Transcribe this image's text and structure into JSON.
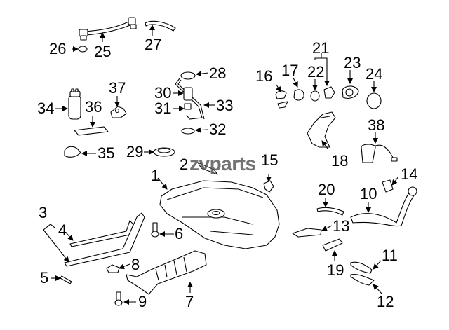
{
  "diagram": {
    "type": "exploded-parts-diagram",
    "subject": "fuel tank assembly",
    "watermark": "zvparts",
    "callouts": [
      {
        "id": "1",
        "part": "fuel-tank"
      },
      {
        "id": "2",
        "part": "tank-bracket"
      },
      {
        "id": "3",
        "part": "strap-set"
      },
      {
        "id": "4",
        "part": "upper-strap"
      },
      {
        "id": "5",
        "part": "pin"
      },
      {
        "id": "6",
        "part": "bolt"
      },
      {
        "id": "7",
        "part": "heat-shield"
      },
      {
        "id": "8",
        "part": "clip"
      },
      {
        "id": "9",
        "part": "bolt"
      },
      {
        "id": "10",
        "part": "filler-pipe"
      },
      {
        "id": "11",
        "part": "bracket"
      },
      {
        "id": "12",
        "part": "bracket"
      },
      {
        "id": "13",
        "part": "bracket"
      },
      {
        "id": "14",
        "part": "bracket"
      },
      {
        "id": "15",
        "part": "clip"
      },
      {
        "id": "16",
        "part": "seal"
      },
      {
        "id": "17",
        "part": "grommet"
      },
      {
        "id": "18",
        "part": "filler-housing"
      },
      {
        "id": "19",
        "part": "hose"
      },
      {
        "id": "20",
        "part": "hose"
      },
      {
        "id": "21",
        "part": "cap-set"
      },
      {
        "id": "22",
        "part": "gasket"
      },
      {
        "id": "23",
        "part": "cap"
      },
      {
        "id": "24",
        "part": "o-ring"
      },
      {
        "id": "25",
        "part": "vent-tube"
      },
      {
        "id": "26",
        "part": "grommet"
      },
      {
        "id": "27",
        "part": "hose"
      },
      {
        "id": "28",
        "part": "cover"
      },
      {
        "id": "29",
        "part": "lock-ring"
      },
      {
        "id": "30",
        "part": "filter"
      },
      {
        "id": "31",
        "part": "regulator"
      },
      {
        "id": "32",
        "part": "gasket"
      },
      {
        "id": "33",
        "part": "pump-bracket"
      },
      {
        "id": "34",
        "part": "fuel-pump"
      },
      {
        "id": "35",
        "part": "retainer"
      },
      {
        "id": "36",
        "part": "strainer"
      },
      {
        "id": "37",
        "part": "sender"
      },
      {
        "id": "38",
        "part": "sensor"
      }
    ]
  },
  "labels": {
    "l1": "1",
    "l2": "2",
    "l3": "3",
    "l4": "4",
    "l5": "5",
    "l6": "6",
    "l7": "7",
    "l8": "8",
    "l9": "9",
    "l10": "10",
    "l11": "11",
    "l12": "12",
    "l13": "13",
    "l14": "14",
    "l15": "15",
    "l16": "16",
    "l17": "17",
    "l18": "18",
    "l19": "19",
    "l20": "20",
    "l21": "21",
    "l22": "22",
    "l23": "23",
    "l24": "24",
    "l25": "25",
    "l26": "26",
    "l27": "27",
    "l28": "28",
    "l29": "29",
    "l30": "30",
    "l31": "31",
    "l32": "32",
    "l33": "33",
    "l34": "34",
    "l35": "35",
    "l36": "36",
    "l37": "37",
    "l38": "38"
  }
}
